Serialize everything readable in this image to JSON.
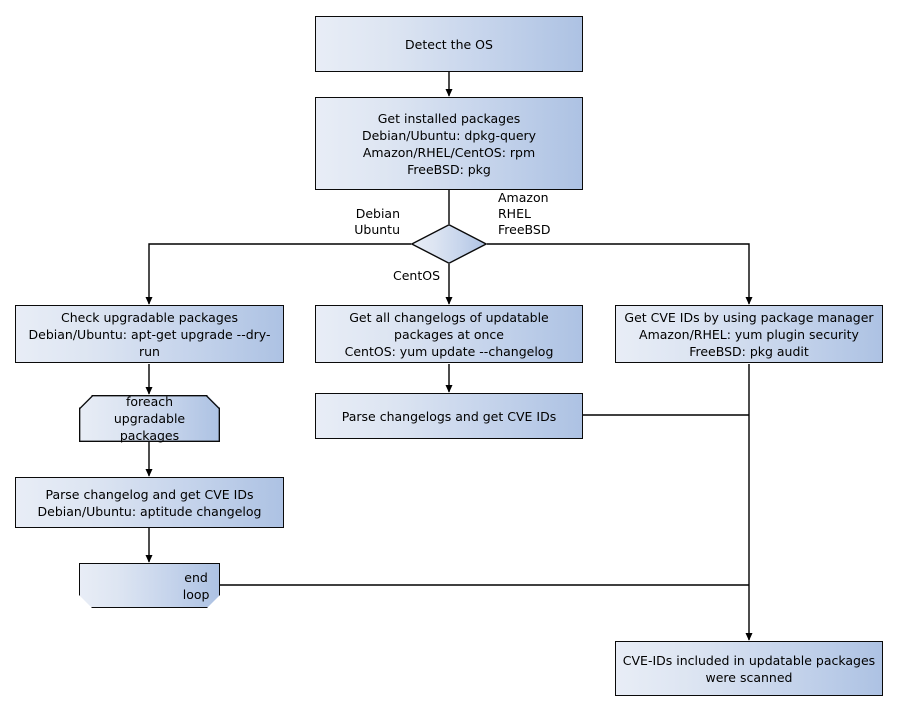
{
  "diagram": {
    "title": "OS package vulnerability scanning flow",
    "colors": {
      "node_fill_light": "#e8edf6",
      "node_fill_dark": "#adc2e3",
      "node_stroke": "#0a0a0a",
      "edge_stroke": "#000000",
      "background": "#ffffff",
      "text": "#000000"
    },
    "nodes": {
      "detect_os": {
        "id": "detect-the-os",
        "shape": "rectangle",
        "text": "Detect the OS"
      },
      "get_installed_packages": {
        "id": "get-installed-packages",
        "shape": "rectangle",
        "text": "Get installed packages\nDebian/Ubuntu: dpkg-query\nAmazon/RHEL/CentOS: rpm\nFreeBSD: pkg"
      },
      "os_decision": {
        "id": "os-decision",
        "shape": "diamond",
        "text": ""
      },
      "check_upgradable": {
        "id": "check-upgradable-packages",
        "shape": "rectangle",
        "text": "Check upgradable packages\nDebian/Ubuntu: apt-get upgrade --dry-run"
      },
      "get_all_changelogs": {
        "id": "get-all-changelogs",
        "shape": "rectangle",
        "text": "Get all changelogs of updatable packages at once\nCentOS: yum update --changelog"
      },
      "get_cve_ids_pkg_manager": {
        "id": "get-cve-ids-by-package-manager",
        "shape": "rectangle",
        "text": "Get CVE IDs by using package manager\nAmazon/RHEL: yum plugin security\nFreeBSD: pkg audit"
      },
      "foreach_loop": {
        "id": "foreach-upgradable-packages",
        "shape": "loop-start",
        "text": "foreach\nupgradable  packages"
      },
      "parse_changelogs": {
        "id": "parse-changelogs-and-get-cve-ids",
        "shape": "rectangle",
        "text": "Parse changelogs and get CVE IDs"
      },
      "parse_changelog_single": {
        "id": "parse-changelog-and-get-cve-ids",
        "shape": "rectangle",
        "text": "Parse changelog and get  CVE IDs\nDebian/Ubuntu: aptitude changelog"
      },
      "end_loop": {
        "id": "end-loop",
        "shape": "loop-end",
        "text": "end loop"
      },
      "scanned_result": {
        "id": "cve-ids-included-scanned",
        "shape": "rectangle",
        "text": "CVE-IDs included in updatable packages\nwere scanned"
      }
    },
    "edge_labels": {
      "debian_ubuntu": "Debian\nUbuntu",
      "amazon_rhel_freebsd": "Amazon\nRHEL\nFreeBSD",
      "centos": "CentOS"
    }
  }
}
